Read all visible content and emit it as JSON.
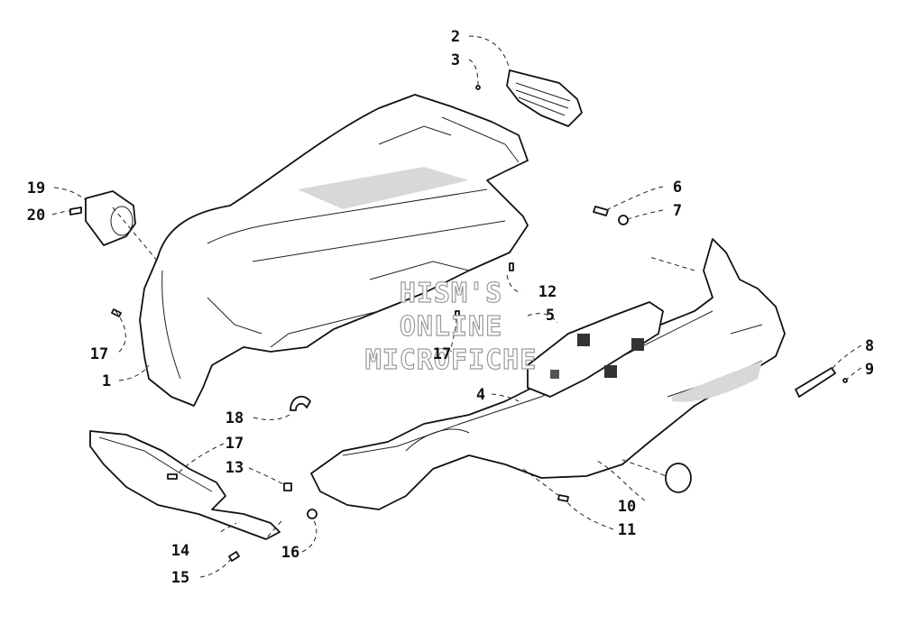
{
  "watermark": {
    "line1": "HISM'S",
    "line2": "ONLINE",
    "line3": "MICROFICHE"
  },
  "callouts": {
    "c1": "1",
    "c2": "2",
    "c3": "3",
    "c4": "4",
    "c5": "5",
    "c6": "6",
    "c7": "7",
    "c8": "8",
    "c9": "9",
    "c10": "10",
    "c11": "11",
    "c12": "12",
    "c13": "13",
    "c14": "14",
    "c15": "15",
    "c16": "16",
    "c17a": "17",
    "c17b": "17",
    "c17c": "17",
    "c18": "18",
    "c19": "19",
    "c20": "20"
  },
  "colors": {
    "ink": "#111111",
    "shade": "#d8d8d8",
    "watermark_stroke": "#9a9a9a"
  }
}
